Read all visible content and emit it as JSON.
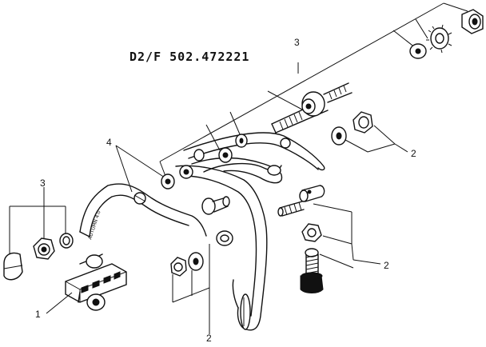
{
  "diagram": {
    "title": "D2/F 502.472221",
    "stamp": "AUTUMN 4.0",
    "callouts": [
      "1",
      "2",
      "3",
      "4"
    ],
    "label_1": "1",
    "label_2_upper": "2",
    "label_2_lower": "2",
    "label_2_bottom": "2",
    "label_3_top": "3",
    "label_3_left": "3",
    "label_4": "4"
  }
}
